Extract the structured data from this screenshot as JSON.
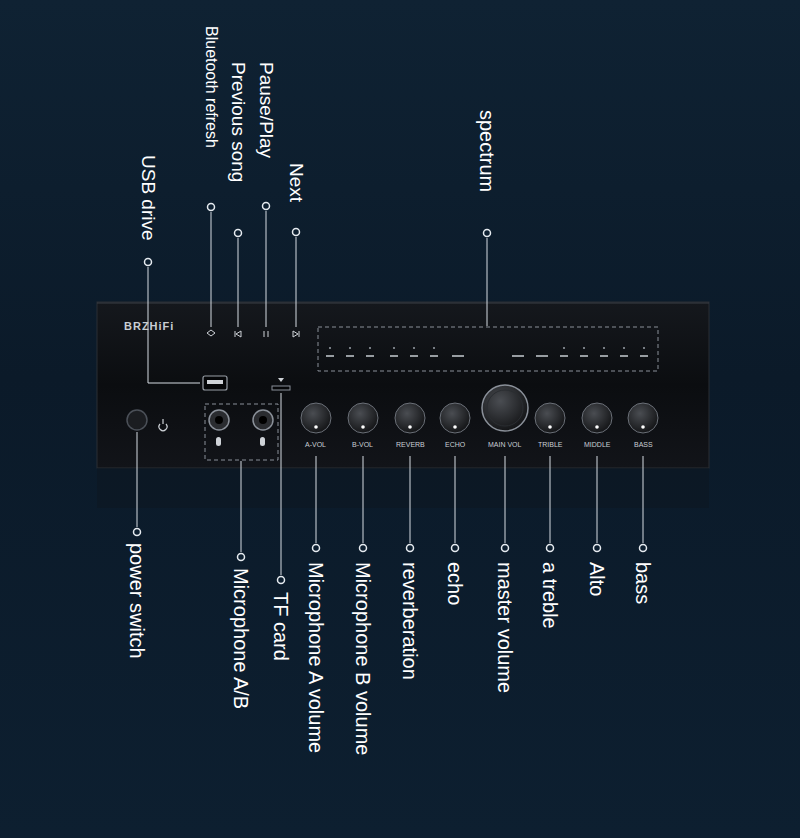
{
  "diagram": {
    "labels": [
      "Bluetooth refresh",
      "Previous song",
      "Pause/Play",
      "Next",
      "USB drive",
      "spectrum",
      "power switch",
      "Microphone A/B",
      "TF card",
      "Microphone A volume",
      "Microphone B volume",
      "reverberation",
      "echo",
      "master volume",
      "a treble",
      "Alto",
      "bass",
      "BRZHiFi",
      "A-VOL",
      "B-VOL",
      "REVERB",
      "ECHO",
      "MAIN VOL",
      "TRIBLE",
      "MIDDLE",
      "BASS"
    ]
  }
}
